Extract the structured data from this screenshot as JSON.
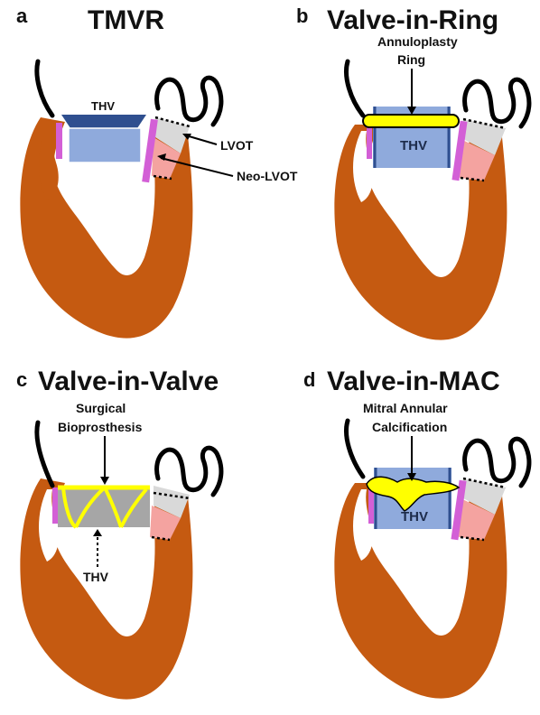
{
  "panels": [
    {
      "letter": "a",
      "title": "TMVR",
      "labels": {
        "thv": "THV",
        "lvot": "LVOT",
        "neo_lvot": "Neo-LVOT"
      }
    },
    {
      "letter": "b",
      "title": "Valve-in-Ring",
      "labels": {
        "device_line1": "Annuloplasty",
        "device_line2": "Ring",
        "thv": "THV"
      }
    },
    {
      "letter": "c",
      "title": "Valve-in-Valve",
      "labels": {
        "device_line1": "Surgical",
        "device_line2": "Bioprosthesis",
        "thv": "THV"
      }
    },
    {
      "letter": "d",
      "title": "Valve-in-MAC",
      "labels": {
        "device_line1": "Mitral Annular",
        "device_line2": "Calcification",
        "thv": "THV"
      }
    }
  ],
  "colors": {
    "myocardium": "#c55a11",
    "thv_body": "#8faadc",
    "thv_top": "#2f4f8f",
    "annular_tissue": "#d35fd6",
    "lvot": "#d9d9d9",
    "neo_lvot": "#f4a3a0",
    "ring": "#ffff00",
    "bioprosthesis_frame": "#a6a6a6",
    "mac": "#ffff00"
  }
}
